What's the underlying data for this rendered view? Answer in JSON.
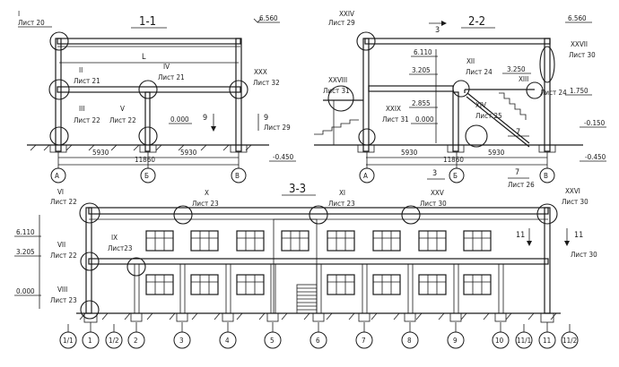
{
  "sections": {
    "s1": {
      "title": "1-1"
    },
    "s2": {
      "title": "2-2"
    },
    "s3": {
      "title": "3-3"
    }
  },
  "s1": {
    "callouts": [
      {
        "num": "I",
        "sheet": "Лист 20"
      },
      {
        "num": "II",
        "sheet": "Лист 21"
      },
      {
        "num": "IV",
        "sheet": "Лист 21"
      },
      {
        "num": "XXX",
        "sheet": "Лист 32"
      },
      {
        "num": "III",
        "sheet": "Лист 22"
      },
      {
        "num": "V",
        "sheet": "Лист 22"
      },
      {
        "num": "9",
        "sheet": "Лист 29"
      }
    ],
    "span_label": "L",
    "cut_num": "9",
    "levels": [
      "6.560",
      "0.000",
      "-0.450"
    ],
    "dims": [
      "5930",
      "5930",
      "11860"
    ],
    "axes": [
      "А",
      "Б",
      "В"
    ]
  },
  "s2": {
    "callouts": [
      {
        "num": "XXIV",
        "sheet": "Лист 29"
      },
      {
        "num": "XXVII",
        "sheet": "Лист 30"
      },
      {
        "num": "XII",
        "sheet": "Лист 24"
      },
      {
        "num": "XIII",
        "sheet": "Лист 24"
      },
      {
        "num": "XXVIII",
        "sheet": "Лист 31"
      },
      {
        "num": "XIV",
        "sheet": "Лист 25"
      },
      {
        "num": "XXIX",
        "sheet": "Лист 31"
      },
      {
        "num": "7",
        "sheet": "Лист 26"
      }
    ],
    "cut_top": "3",
    "cut_bottom": "3",
    "cut_stair": "7",
    "levels_left": [
      "6.110",
      "3.205",
      "2.855",
      "0.000"
    ],
    "levels_mid": [
      "3.250"
    ],
    "levels_right": [
      "6.560",
      "1.750",
      "-0.150",
      "-0.450"
    ],
    "dims": [
      "5930",
      "5930",
      "11860"
    ],
    "axes": [
      "А",
      "Б",
      "В"
    ]
  },
  "s3": {
    "callouts_left": [
      {
        "num": "VI",
        "sheet": "Лист 22"
      },
      {
        "num": "VII",
        "sheet": "Лист 22"
      },
      {
        "num": "VIII",
        "sheet": "Лист 23"
      }
    ],
    "callouts_top": [
      {
        "num": "X",
        "sheet": "Лист 23"
      },
      {
        "num": "XI",
        "sheet": "Лист 23"
      },
      {
        "num": "XXV",
        "sheet": "Лист 30"
      },
      {
        "num": "XXVI",
        "sheet": "Лист 30"
      }
    ],
    "callout_ix": {
      "num": "IX",
      "sheet": "Лист23"
    },
    "cut_11": {
      "num": "11",
      "sheet": "Лист 30"
    },
    "cut_11_inner": "11",
    "levels": [
      "6.110",
      "3.205",
      "0.000"
    ],
    "axes": [
      "1/1",
      "1",
      "1/2",
      "2",
      "3",
      "4",
      "5",
      "6",
      "7",
      "8",
      "9",
      "10",
      "11/1",
      "11",
      "11/2"
    ]
  },
  "colors": {
    "ink": "#1a1a1a",
    "paper": "#ffffff"
  }
}
